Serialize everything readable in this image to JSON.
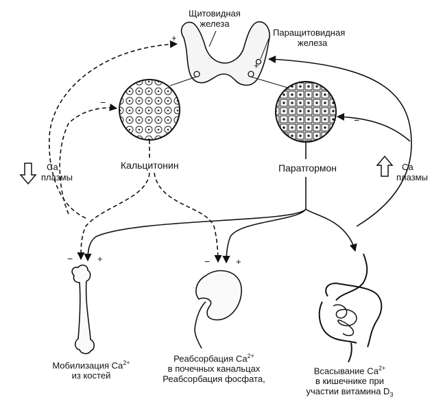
{
  "labels": {
    "thyroid": [
      "Щитовидная",
      "железа"
    ],
    "parathyroid": [
      "Паращитовидная",
      "железа"
    ],
    "calcitonin": "Кальцитонин",
    "parathormone": "Паратгормон",
    "ca_plasma_left": [
      "Са",
      "плазмы"
    ],
    "ca_plasma_right": [
      "Са",
      "плазмы"
    ]
  },
  "signs": {
    "plus": "+",
    "minus": "−"
  },
  "targets": {
    "bone": {
      "line1_base": "Мобилизация Са",
      "line1_sup": "2+",
      "line2": "из костей"
    },
    "kidney": {
      "line1_base": "Реабсорбация Са",
      "line1_sup": "2+",
      "line2": "в почечных канальцах",
      "line3": "Реабсорбация фосфата,"
    },
    "intestine": {
      "line1_base": "Всасывание Са",
      "line1_sup": "2+",
      "line2": "в кишечнике при",
      "line3_base": "участии витамина D",
      "line3_sub": "3"
    }
  }
}
